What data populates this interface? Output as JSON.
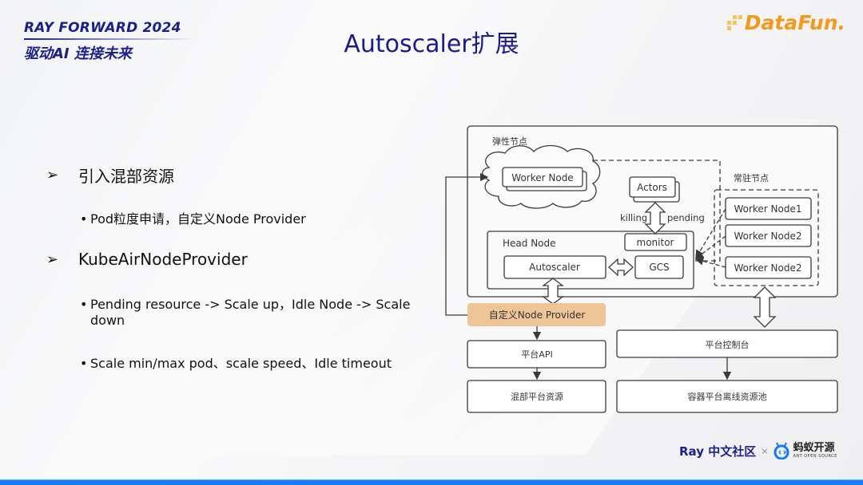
{
  "header": {
    "event_title": "RAY FORWARD 2024",
    "event_slogan": "驱动AI 连接未来",
    "slide_title": "Autoscaler扩展",
    "logo_text": "DataFun."
  },
  "bullets": [
    {
      "level": 1,
      "marker": "➢",
      "text": "引入混部资源"
    },
    {
      "level": 2,
      "marker": "•",
      "text": "Pod粒度申请，自定义Node Provider"
    },
    {
      "level": 1,
      "marker": "➢",
      "text": "KubeAirNodeProvider"
    },
    {
      "level": 2,
      "marker": "•",
      "text": "Pending resource -> Scale up，Idle Node -> Scale",
      "text_cont": "down"
    },
    {
      "level": 2,
      "marker": "•",
      "text": "Scale min/max pod、scale speed、Idle timeout"
    }
  ],
  "diagram": {
    "elastic_label": "弹性节点",
    "worker_node": "Worker Node",
    "actors": "Actors",
    "killing": "killing",
    "pending": "pending",
    "resident_label": "常驻节点",
    "resident_nodes": [
      "Worker Node1",
      "Worker Node2",
      "Worker Node2"
    ],
    "head_node": "Head Node",
    "monitor": "monitor",
    "autoscaler": "Autoscaler",
    "gcs": "GCS",
    "node_provider": "自定义Node Provider",
    "platform_api": "平台API",
    "mixed_resources": "混部平台资源",
    "platform_console": "平台控制台",
    "container_pool": "容器平台离线资源池",
    "colors": {
      "provider_fill": "#eec597",
      "line": "#3a3a3a"
    }
  },
  "footer": {
    "ray_community": "Ray 中文社区",
    "times": "×",
    "ant_name": "蚂蚁开源",
    "ant_sub": "ANT OPEN SOURCE"
  },
  "colors": {
    "brand_navy": "#1a1f8a",
    "bottom_bar": "#177cf7",
    "logo_orange": "#f39a1d"
  }
}
